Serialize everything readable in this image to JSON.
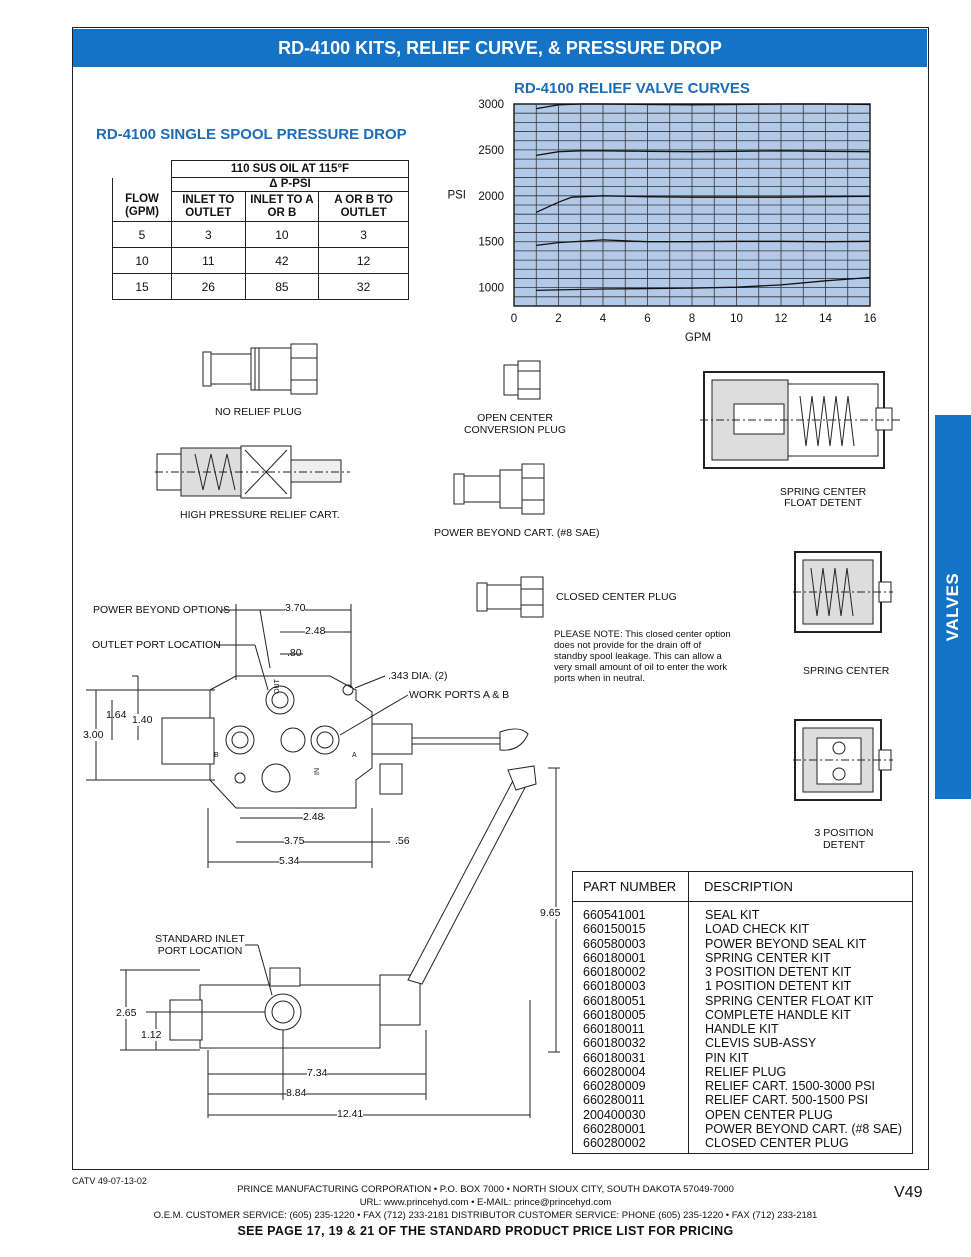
{
  "banner_title": "RD-4100 KITS, RELIEF CURVE, & PRESSURE DROP",
  "side_tab": "VALVES",
  "pressure_drop": {
    "heading": "RD-4100 SINGLE SPOOL PRESSURE DROP",
    "oil_header": "110 SUS OIL AT 115°F",
    "delta_header": "Δ P-PSI",
    "col_flow": "FLOW (GPM)",
    "col_inlet_outlet": "INLET TO OUTLET",
    "col_inlet_ab": "INLET TO A OR B",
    "col_ab_outlet": "A OR B TO OUTLET",
    "rows": [
      [
        "5",
        "3",
        "10",
        "3"
      ],
      [
        "10",
        "11",
        "42",
        "12"
      ],
      [
        "15",
        "26",
        "85",
        "32"
      ]
    ]
  },
  "chart_data": {
    "type": "line",
    "title": "RD-4100 RELIEF VALVE CURVES",
    "xlabel": "GPM",
    "ylabel": "PSI",
    "xlim": [
      0,
      16
    ],
    "ylim": [
      800,
      3000
    ],
    "x_ticks": [
      "0",
      "2",
      "4",
      "6",
      "8",
      "10",
      "12",
      "14",
      "16"
    ],
    "y_ticks": [
      "3000",
      "2500",
      "2000",
      "1500",
      "1000"
    ],
    "y_tick_values": [
      3000,
      2500,
      2000,
      1500,
      1000
    ],
    "grid": true,
    "plot_bg": "#b3c9e8",
    "series": [
      {
        "x": [
          1,
          2,
          3,
          4,
          6,
          8,
          10,
          12,
          14,
          16
        ],
        "y": [
          2950,
          2990,
          3000,
          3000,
          2995,
          2990,
          2995,
          3000,
          3000,
          2995
        ]
      },
      {
        "x": [
          1,
          2,
          3,
          4,
          6,
          8,
          10,
          12,
          14,
          16
        ],
        "y": [
          2440,
          2480,
          2490,
          2490,
          2485,
          2480,
          2485,
          2490,
          2485,
          2480
        ]
      },
      {
        "x": [
          1,
          2,
          2.6,
          4,
          6,
          8,
          10,
          12,
          14,
          16
        ],
        "y": [
          1820,
          1930,
          1985,
          2000,
          1990,
          1985,
          1985,
          1985,
          1990,
          1995
        ]
      },
      {
        "x": [
          1,
          2,
          4,
          5,
          6,
          8,
          10,
          12,
          14,
          16
        ],
        "y": [
          1460,
          1490,
          1520,
          1510,
          1500,
          1500,
          1505,
          1505,
          1500,
          1505
        ]
      },
      {
        "x": [
          1,
          2,
          4,
          6,
          8,
          10,
          12,
          14,
          16
        ],
        "y": [
          970,
          975,
          985,
          990,
          995,
          1005,
          1030,
          1075,
          1110
        ]
      }
    ]
  },
  "components": {
    "no_relief_plug": "NO RELIEF PLUG",
    "high_pressure_relief": "HIGH PRESSURE RELIEF CART.",
    "open_center_plug_1": "OPEN CENTER",
    "open_center_plug_2": "CONVERSION PLUG",
    "power_beyond_cart": "POWER BEYOND CART. (#8 SAE)",
    "closed_center_plug": "CLOSED CENTER PLUG",
    "note_lines": [
      "PLEASE NOTE:  This closed center option",
      "does not provide for the drain off of",
      "standby spool leakage. This can allow a",
      "very small amount of oil to enter the work",
      "ports when in neutral."
    ],
    "spring_center_float_1": "SPRING CENTER",
    "spring_center_float_2": "FLOAT DETENT",
    "spring_center": "SPRING CENTER",
    "three_pos_1": "3 POSITION",
    "three_pos_2": "DETENT"
  },
  "dimensions": {
    "power_beyond_options": "POWER BEYOND OPTIONS",
    "outlet_port_location": "OUTLET PORT LOCATION",
    "d370": "3.70",
    "d248a": "2.48",
    "d080": ".80",
    "d343": ".343 DIA. (2)",
    "work_ports": "WORK PORTS A & B",
    "d164": "1.64",
    "d140": "1.40",
    "d300": "3.00",
    "d248b": "2.48",
    "d375": "3.75",
    "d056": ".56",
    "d534": "5.34",
    "d965": "9.65",
    "standard_inlet_1": "STANDARD INLET",
    "standard_inlet_2": "PORT LOCATION",
    "d265": "2.65",
    "d112": "1.12",
    "d734": "7.34",
    "d884": "8.84",
    "d1241": "12.41",
    "lbl_out": "OUT",
    "lbl_in": "IN",
    "lbl_a": "A",
    "lbl_b": "B"
  },
  "parts": {
    "col_part": "PART NUMBER",
    "col_desc": "DESCRIPTION",
    "rows": [
      [
        "660541001",
        "SEAL KIT"
      ],
      [
        "660150015",
        "LOAD CHECK KIT"
      ],
      [
        "660580003",
        "POWER BEYOND SEAL KIT"
      ],
      [
        "660180001",
        "SPRING CENTER KIT"
      ],
      [
        "660180002",
        "3 POSITION DETENT KIT"
      ],
      [
        "660180003",
        "1 POSITION DETENT KIT"
      ],
      [
        "660180051",
        "SPRING CENTER FLOAT KIT"
      ],
      [
        "660180005",
        "COMPLETE HANDLE KIT"
      ],
      [
        "660180011",
        "HANDLE KIT"
      ],
      [
        "660180032",
        "CLEVIS SUB-ASSY"
      ],
      [
        "660180031",
        "PIN KIT"
      ],
      [
        "660280004",
        "RELIEF PLUG"
      ],
      [
        "660280009",
        "RELIEF CART. 1500-3000 PSI"
      ],
      [
        "660280011",
        "RELIEF CART. 500-1500 PSI"
      ],
      [
        "200400030",
        "OPEN CENTER PLUG"
      ],
      [
        "660280001",
        "POWER BEYOND CART. (#8 SAE)"
      ],
      [
        "660280002",
        "CLOSED CENTER PLUG"
      ]
    ]
  },
  "footer": {
    "catalog": "CATV 49-07-13-02",
    "page": "V49",
    "line1": "PRINCE MANUFACTURING CORPORATION • P.O. BOX 7000 • NORTH SIOUX CITY, SOUTH DAKOTA 57049-7000",
    "line2": "URL: www.princehyd.com • E-MAIL: prince@princehyd.com",
    "line3": "O.E.M. CUSTOMER SERVICE: (605) 235-1220 • FAX (712) 233-2181   DISTRIBUTOR CUSTOMER SERVICE: PHONE (605) 235-1220 • FAX (712) 233-2181",
    "line4": "SEE PAGE 17, 19 & 21 OF THE STANDARD PRODUCT PRICE LIST FOR PRICING"
  }
}
